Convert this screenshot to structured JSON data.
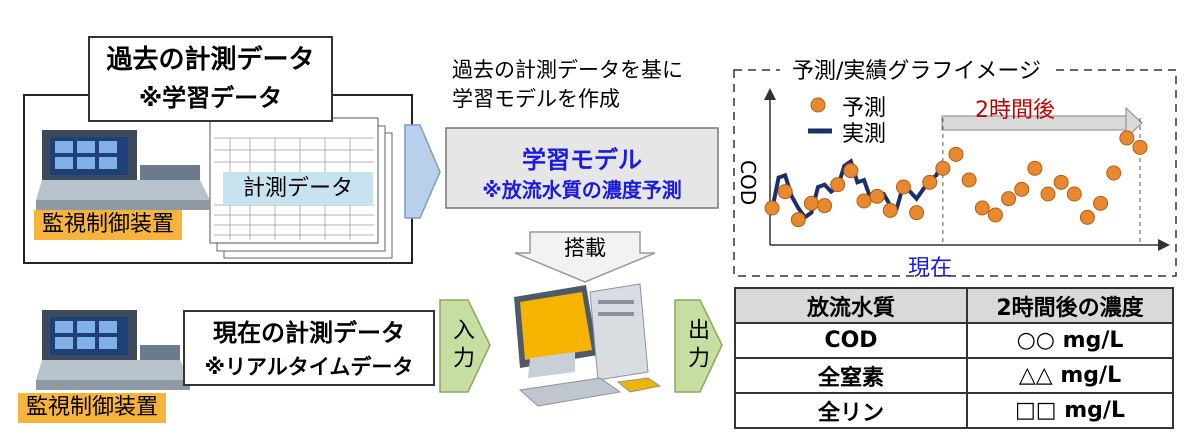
{
  "past_data": {
    "title": "過去の計測データ",
    "subtitle": "※学習データ",
    "sheet_label": "計測データ",
    "device_label": "監視制御装置"
  },
  "model": {
    "caption_line1": "過去の計測データを基に",
    "caption_line2": "学習モデルを作成",
    "title": "学習モデル",
    "subtitle": "※放流水質の濃度予測"
  },
  "install_label": "搭載",
  "current_data": {
    "title": "現在の計測データ",
    "subtitle": "※リアルタイムデータ",
    "device_label": "監視制御装置"
  },
  "input_label": "入力",
  "output_label": "出力",
  "chart_panel": {
    "title": "予測/実績グラフイメージ",
    "ylabel": "COD",
    "xlabel": "現在",
    "horizon_label": "2時間後",
    "legend": {
      "predicted": "予測",
      "actual": "実測"
    }
  },
  "table": {
    "headers": [
      "放流水質",
      "2時間後の濃度"
    ],
    "rows": [
      [
        "COD",
        "○○ mg/L"
      ],
      [
        "全窒素",
        "△△ mg/L"
      ],
      [
        "全リン",
        "□□ mg/L"
      ]
    ]
  },
  "chart_data": {
    "type": "scatter",
    "title": "予測/実績グラフイメージ",
    "xlabel": "現在",
    "ylabel": "COD",
    "series": [
      {
        "name": "予測",
        "points": [
          [
            0,
            1.6
          ],
          [
            1,
            2.3
          ],
          [
            2,
            1.1
          ],
          [
            3,
            1.8
          ],
          [
            4,
            1.7
          ],
          [
            5,
            2.6
          ],
          [
            6,
            3.2
          ],
          [
            7,
            1.9
          ],
          [
            8,
            2.1
          ],
          [
            9,
            1.5
          ],
          [
            10,
            2.5
          ],
          [
            11,
            1.4
          ],
          [
            12,
            2.7
          ],
          [
            13,
            3.3
          ],
          [
            14,
            3.9
          ],
          [
            15,
            2.8
          ],
          [
            16,
            1.6
          ],
          [
            17,
            1.3
          ],
          [
            18,
            2.0
          ],
          [
            19,
            2.4
          ],
          [
            20,
            3.3
          ],
          [
            21,
            2.2
          ],
          [
            22,
            2.7
          ],
          [
            23,
            2.2
          ],
          [
            24,
            1.2
          ],
          [
            25,
            1.8
          ],
          [
            26,
            3.1
          ],
          [
            27,
            4.6
          ],
          [
            28,
            4.2
          ]
        ]
      },
      {
        "name": "実測",
        "points": [
          [
            0,
            1.5
          ],
          [
            0.5,
            2.9
          ],
          [
            1,
            3.0
          ],
          [
            1.5,
            2.1
          ],
          [
            2,
            1.6
          ],
          [
            2.5,
            1.2
          ],
          [
            3,
            1.4
          ],
          [
            3.5,
            2.5
          ],
          [
            4,
            2.6
          ],
          [
            4.5,
            2.3
          ],
          [
            5,
            2.5
          ],
          [
            5.5,
            3.4
          ],
          [
            6,
            3.6
          ],
          [
            6.5,
            2.7
          ],
          [
            7,
            2.8
          ],
          [
            7.5,
            2.0
          ],
          [
            8,
            2.3
          ],
          [
            8.5,
            2.2
          ],
          [
            9,
            1.7
          ],
          [
            9.5,
            1.6
          ],
          [
            10,
            2.6
          ],
          [
            10.5,
            2.3
          ],
          [
            11,
            2.0
          ],
          [
            11.5,
            2.4
          ],
          [
            12,
            2.8
          ],
          [
            12.5,
            3.0
          ],
          [
            13,
            3.6
          ]
        ]
      }
    ],
    "now_x": 13,
    "end_x": 28
  }
}
